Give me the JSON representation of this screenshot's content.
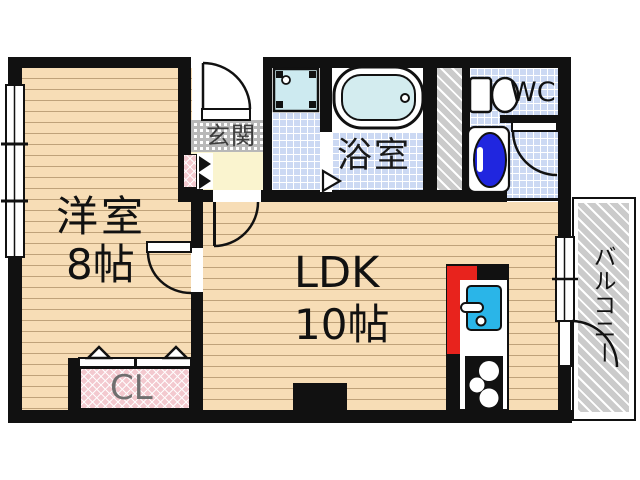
{
  "rooms": {
    "western": {
      "label": "洋室",
      "size": "8帖"
    },
    "ldk": {
      "label": "LDK",
      "size": "10帖"
    },
    "entrance": {
      "label": "玄関"
    },
    "bathroom": {
      "label": "浴室"
    },
    "toilet": {
      "label": "WC"
    },
    "closet": {
      "label": "CL"
    },
    "balcony": {
      "label": "バルコニー"
    }
  },
  "colors": {
    "wall": "#111111",
    "wood_floor": "#f7ddb6",
    "plank_line": "#bfa27a",
    "tile_blue": "#ccd9f3",
    "entrance_tile_gray": "#b8b8b8",
    "hall_cream": "#faf4cf",
    "storage_pink": "#f3c9cf",
    "hatch_gray": "#cbcbcb",
    "sink_blue": "#2ab5e8",
    "basin_blue": "#2026df",
    "kitchen_red": "#e8231d",
    "tub_cyan": "#d3ecef",
    "washer_pan_cyan": "#cdeaf0"
  }
}
